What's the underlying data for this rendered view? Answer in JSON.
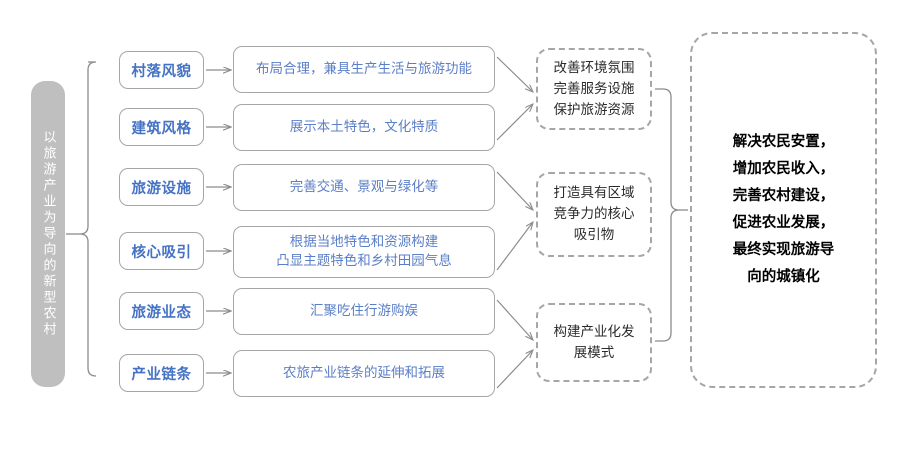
{
  "diagram": {
    "root": {
      "label": "以旅游产业为导向的新型农村",
      "bg_color": "#bfbfbf",
      "text_color": "#ffffff"
    },
    "categories": [
      {
        "label": "村落风貌",
        "detail": "布局合理，兼具生产生活与旅游功能"
      },
      {
        "label": "建筑风格",
        "detail": "展示本土特色，文化特质"
      },
      {
        "label": "旅游设施",
        "detail": "完善交通、景观与绿化等"
      },
      {
        "label": "核心吸引",
        "detail": "根据当地特色和资源构建\n凸显主题特色和乡村田园气息"
      },
      {
        "label": "旅游业态",
        "detail": "汇聚吃住行游购娱"
      },
      {
        "label": "产业链条",
        "detail": "农旅产业链条的延伸和拓展"
      }
    ],
    "outcomes": [
      {
        "label": "改善环境氛围\n完善服务设施\n保护旅游资源"
      },
      {
        "label": "打造具有区域\n竞争力的核心\n吸引物"
      },
      {
        "label": "构建产业化发\n展模式"
      }
    ],
    "goal": {
      "label": "解决农民安置，\n增加农民收入，\n完善农村建设，\n促进农业发展，\n最终实现旅游导\n向的城镇化"
    },
    "colors": {
      "category_text": "#4472c4",
      "detail_text": "#5b7fc7",
      "outcome_text": "#2b2b2b",
      "goal_text": "#000000",
      "border": "#a6a6a6",
      "connector": "#808080"
    }
  }
}
